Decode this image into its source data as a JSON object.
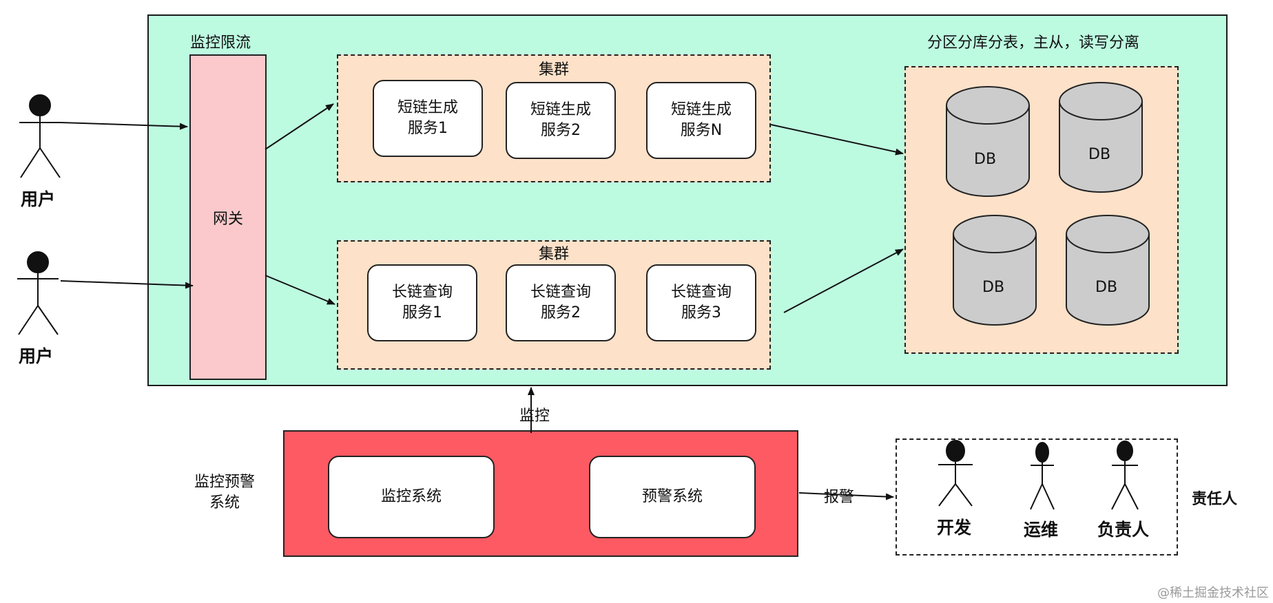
{
  "labels": {
    "rate_limit": "监控限流",
    "gateway": "网关",
    "sharding": "分区分库分表，主从，读写分离",
    "monitor_arrow": "监控",
    "alert_system": "监控预警\n系统",
    "alarm_arrow": "报警",
    "responsible": "责任人",
    "watermark": "@稀土掘金技术社区"
  },
  "users": [
    {
      "label": "用户"
    },
    {
      "label": "用户"
    }
  ],
  "cluster_top": {
    "title": "集群",
    "services": [
      "短链生成\n服务1",
      "短链生成\n服务2",
      "短链生成\n服务N"
    ]
  },
  "cluster_bottom": {
    "title": "集群",
    "services": [
      "长链查询\n服务1",
      "长链查询\n服务2",
      "长链查询\n服务3"
    ]
  },
  "databases": [
    "DB",
    "DB",
    "DB",
    "DB"
  ],
  "alert": {
    "monitor_system": "监控系统",
    "warning_system": "预警系统"
  },
  "people": [
    "开发",
    "运维",
    "负责人"
  ],
  "colors": {
    "outer_bg": "#bdfbe1",
    "gateway_bg": "#fbc9cc",
    "cluster_bg": "#fde1c8",
    "alert_bg": "#fe5a63",
    "db_fill": "#cccccc"
  }
}
